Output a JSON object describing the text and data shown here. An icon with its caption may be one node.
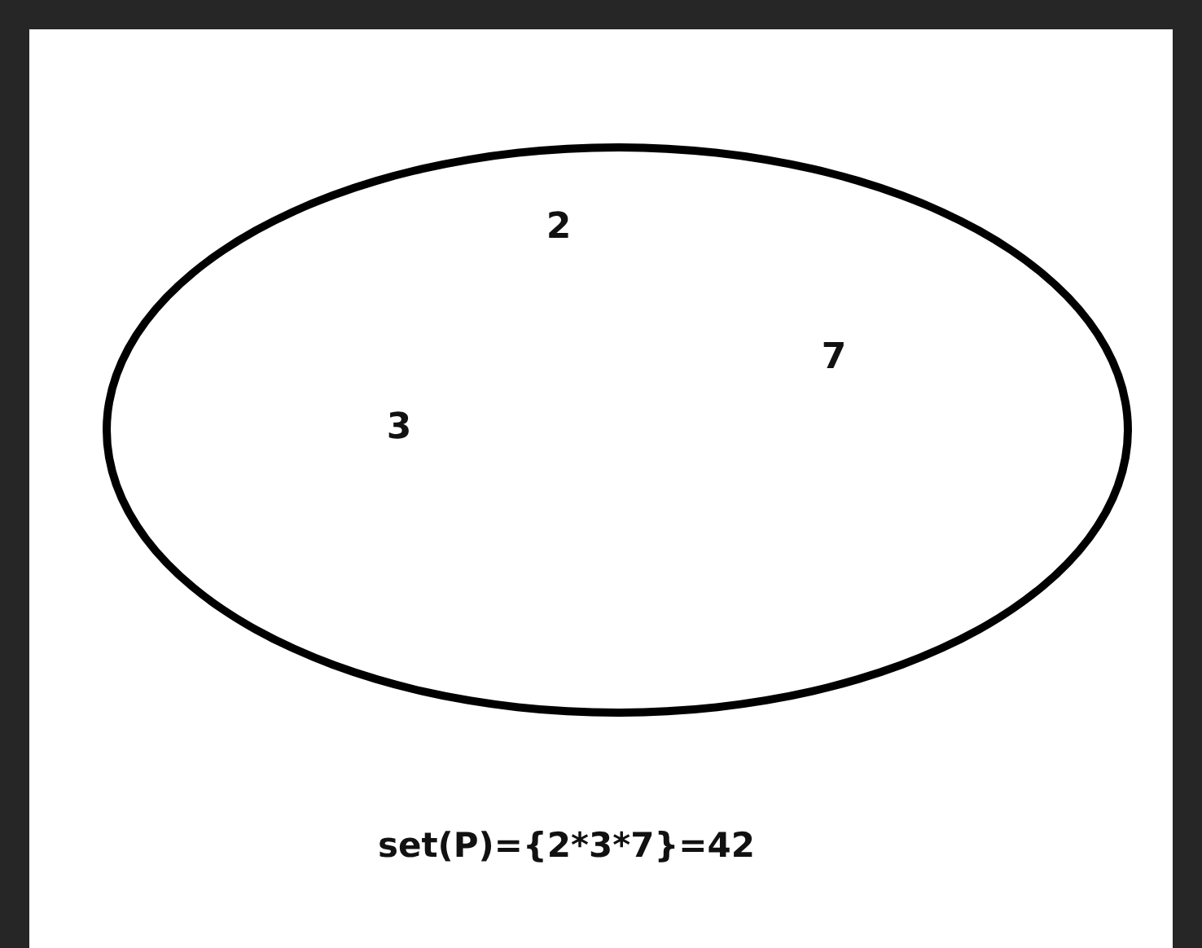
{
  "diagram": {
    "nodes": [
      {
        "text": [
          "2",
          "7",
          "3"
        ]
      }
    ],
    "caption": "set(P)={2*3*7}=42"
  }
}
